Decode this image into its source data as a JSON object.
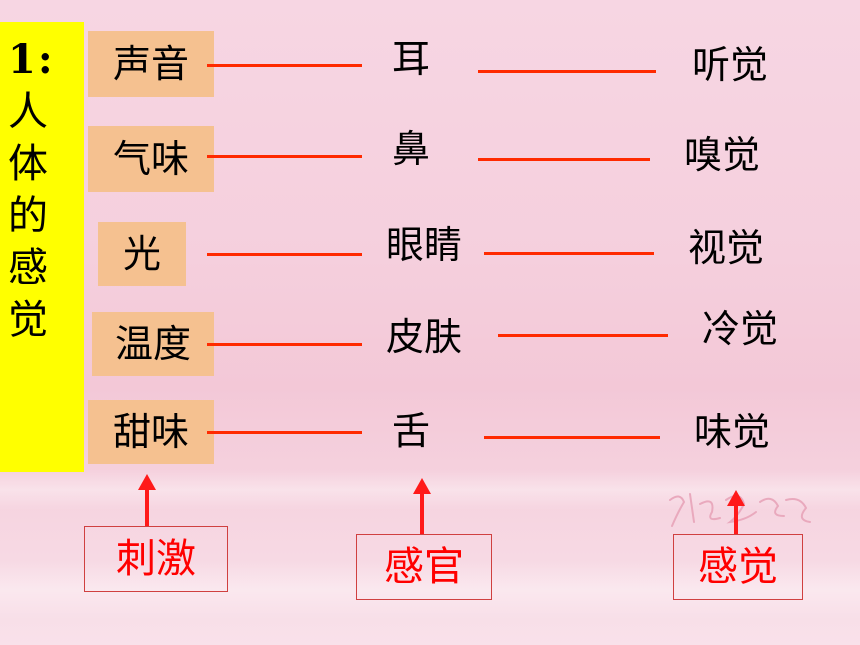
{
  "title": {
    "number": "1:",
    "chars": [
      "人",
      "体",
      "的",
      "感",
      "觉"
    ]
  },
  "rows": [
    {
      "stimulus": "声音",
      "organ": "耳",
      "sense": "听觉"
    },
    {
      "stimulus": "气味",
      "organ": "鼻",
      "sense": "嗅觉"
    },
    {
      "stimulus": "光",
      "organ": "眼睛",
      "sense": "视觉"
    },
    {
      "stimulus": "温度",
      "organ": "皮肤",
      "sense": "冷觉"
    },
    {
      "stimulus": "甜味",
      "organ": "舌",
      "sense": "味觉"
    }
  ],
  "labels": {
    "stimulus": "刺激",
    "organ": "感官",
    "sense": "感觉"
  },
  "colors": {
    "title_bg": "#ffff00",
    "stimulus_bg": "#f5c190",
    "connector": "#ff2a00",
    "label_text": "#ff0000"
  }
}
